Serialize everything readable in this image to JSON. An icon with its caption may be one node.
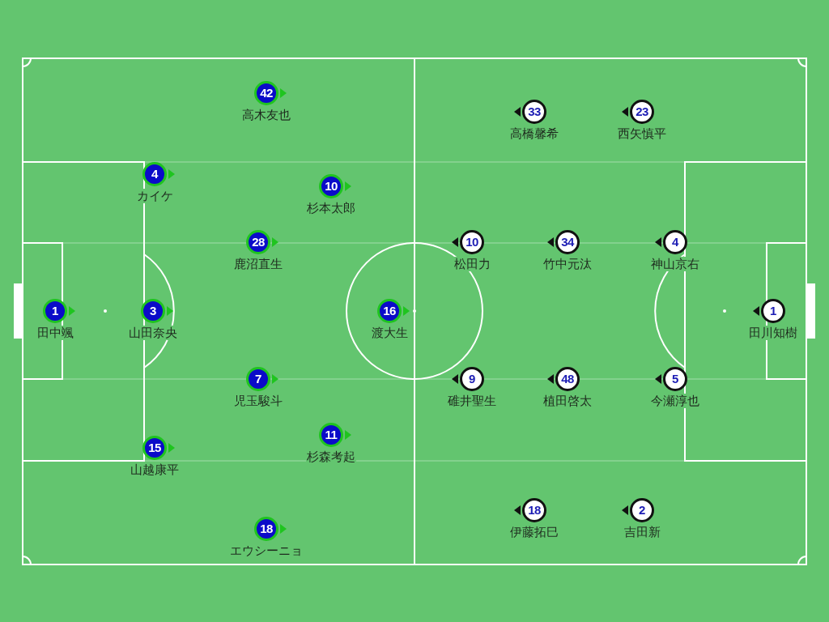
{
  "diagram": {
    "nodes": [
      {
        "text": [
          "1"
        ],
        "beside": [
          "田中颯"
        ]
      },
      {
        "text": [
          "4"
        ],
        "beside": [
          "カイケ"
        ]
      },
      {
        "text": [
          "3"
        ],
        "beside": [
          "山田奈央"
        ]
      },
      {
        "text": [
          "15"
        ],
        "beside": [
          "山越康平"
        ]
      },
      {
        "text": [
          "42"
        ],
        "beside": [
          "高木友也"
        ]
      },
      {
        "text": [
          "28"
        ],
        "beside": [
          "鹿沼直生"
        ]
      },
      {
        "text": [
          "7"
        ],
        "beside": [
          "児玉駿斗"
        ]
      },
      {
        "text": [
          "18"
        ],
        "beside": [
          "エウシーニョ"
        ]
      },
      {
        "text": [
          "10"
        ],
        "beside": [
          "杉本太郎"
        ]
      },
      {
        "text": [
          "11"
        ],
        "beside": [
          "杉森考起"
        ]
      },
      {
        "text": [
          "16"
        ],
        "beside": [
          "渡大生"
        ]
      },
      {
        "text": [
          "10"
        ],
        "beside": [
          "松田力"
        ]
      },
      {
        "text": [
          "9"
        ],
        "beside": [
          "碓井聖生"
        ]
      },
      {
        "text": [
          "33"
        ],
        "beside": [
          "高橋馨希"
        ]
      },
      {
        "text": [
          "18"
        ],
        "beside": [
          "伊藤拓巳"
        ]
      },
      {
        "text": [
          "34"
        ],
        "beside": [
          "竹中元汰"
        ]
      },
      {
        "text": [
          "48"
        ],
        "beside": [
          "植田啓太"
        ]
      },
      {
        "text": [
          "23"
        ],
        "beside": [
          "西矢慎平"
        ]
      },
      {
        "text": [
          "2"
        ],
        "beside": [
          "吉田新"
        ]
      },
      {
        "text": [
          "4"
        ],
        "beside": [
          "神山京右"
        ]
      },
      {
        "text": [
          "5"
        ],
        "beside": [
          "今瀬淳也"
        ]
      },
      {
        "text": [
          "1"
        ],
        "beside": [
          "田川知樹"
        ]
      }
    ]
  }
}
